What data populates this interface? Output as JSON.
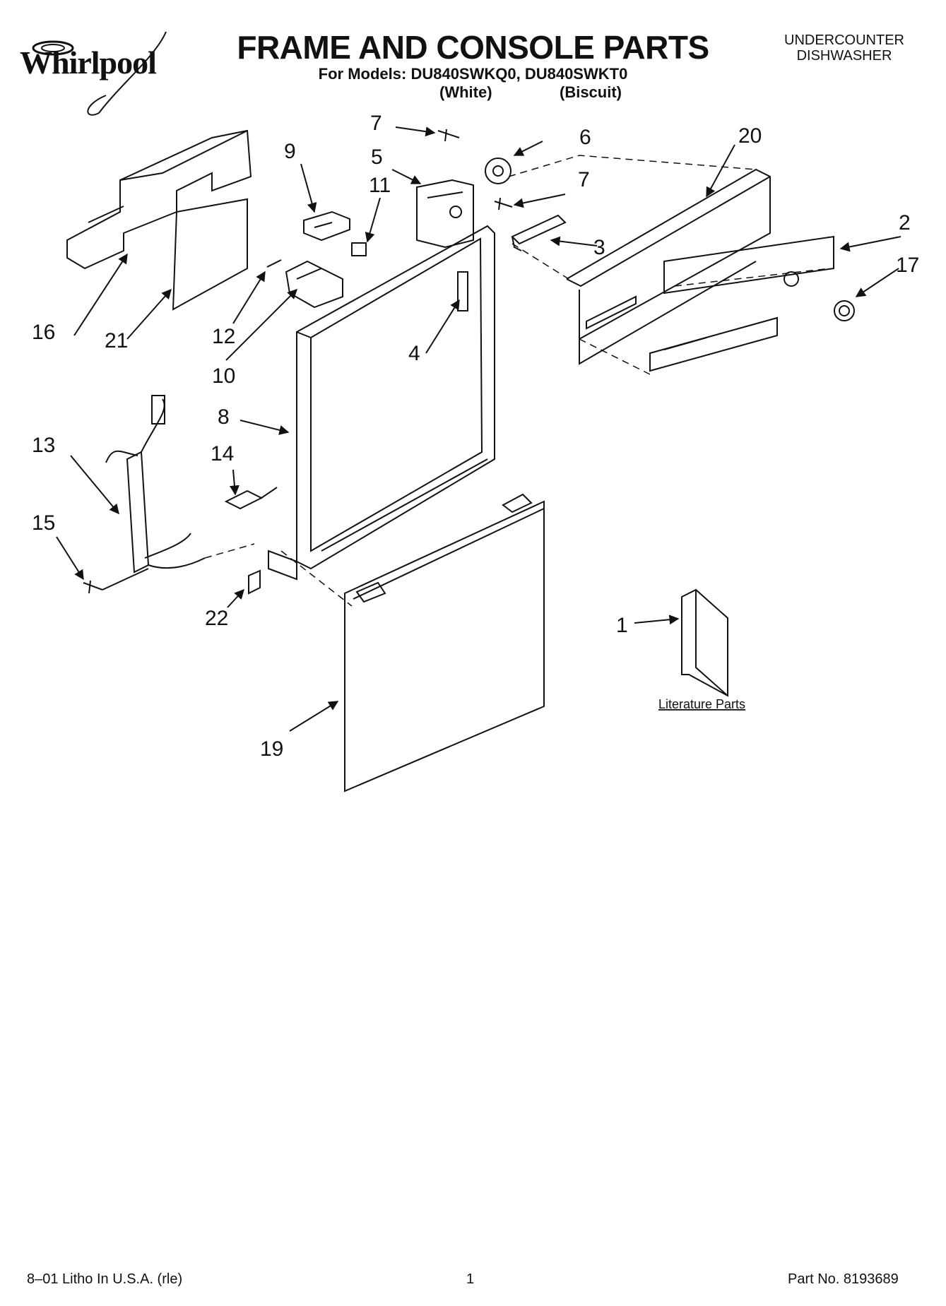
{
  "header": {
    "brand": "Whirlpool",
    "title": "FRAME AND CONSOLE PARTS",
    "models": "For Models: DU840SWKQ0, DU840SWKT0",
    "variant_white": "(White)",
    "variant_biscuit": "(Biscuit)",
    "product_line1": "UNDERCOUNTER",
    "product_line2": "DISHWASHER"
  },
  "callouts": [
    "7",
    "6",
    "5",
    "20",
    "9",
    "11",
    "7",
    "2",
    "3",
    "17",
    "16",
    "21",
    "12",
    "4",
    "10",
    "8",
    "13",
    "14",
    "15",
    "22",
    "1",
    "19"
  ],
  "literature_label": "Literature Parts",
  "footer": {
    "litho": "8–01 Litho In U.S.A. (rle)",
    "page": "1",
    "part_no": "Part No. 8193689"
  }
}
